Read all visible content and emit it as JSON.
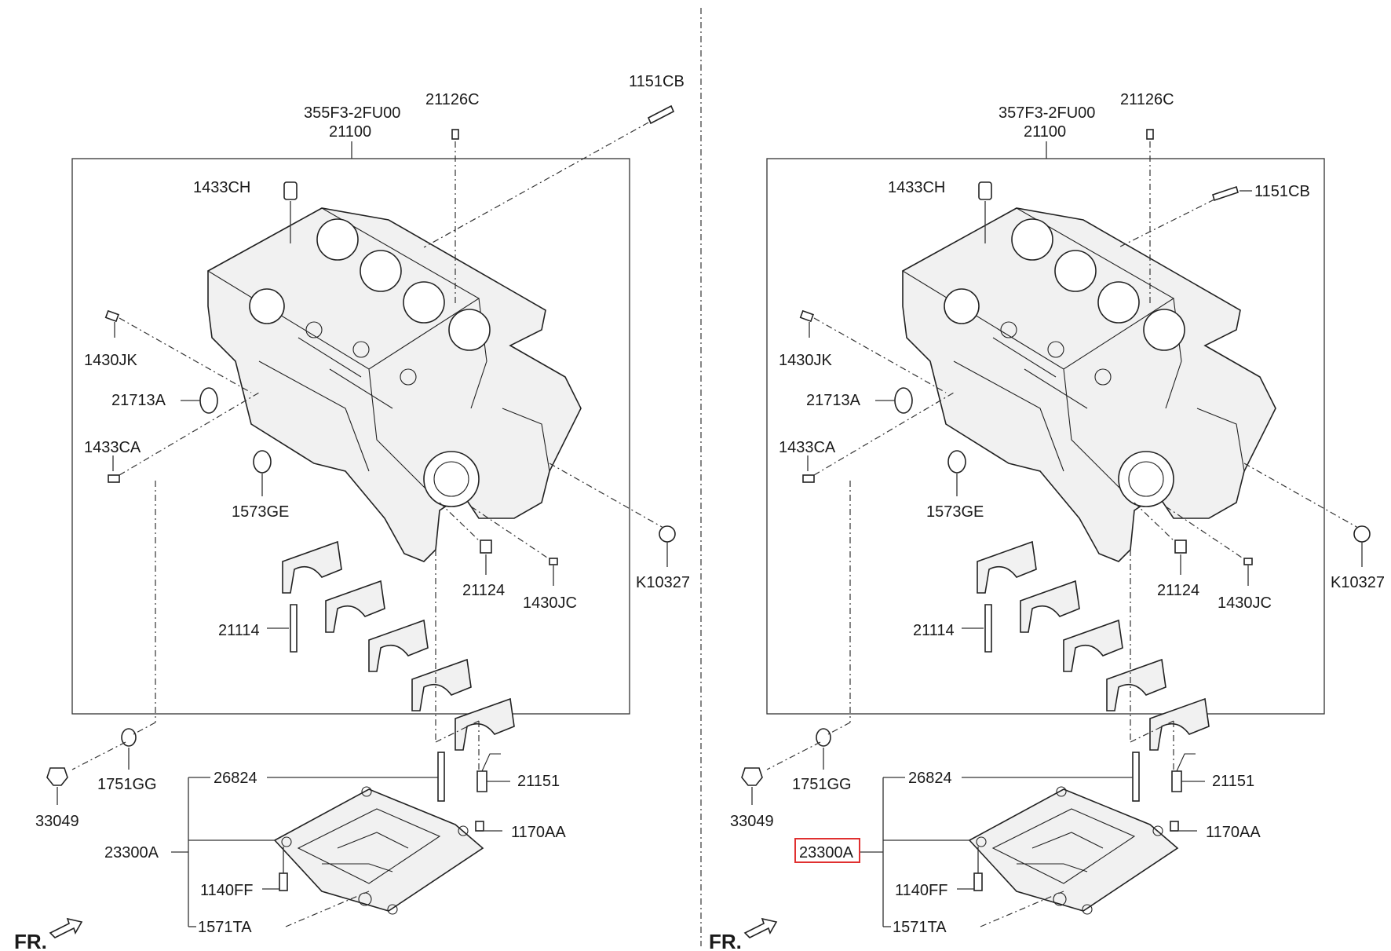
{
  "panels": [
    {
      "id": "left",
      "labels": {
        "part_no": "355F3-2FU00",
        "block": "21100",
        "dowel_top": "21126C",
        "stud": "1151CB",
        "plug_top": "1433CH",
        "pin_side": "1430JK",
        "seal": "21713A",
        "plug_side": "1433CA",
        "cap_plug": "1573GE",
        "plug_right": "K10327",
        "dowel_front": "21124",
        "pin_front": "1430JC",
        "bolt": "21114",
        "gasket": "1751GG",
        "drain_plug": "33049",
        "tube": "26824",
        "sensor": "21151",
        "sensor_bolt": "1170AA",
        "ladder": "23300A",
        "ladder_bolt": "1140FF",
        "ladder_pin": "1571TA",
        "fr": "FR."
      }
    },
    {
      "id": "right",
      "labels": {
        "part_no": "357F3-2FU00",
        "block": "21100",
        "dowel_top": "21126C",
        "stud": "1151CB",
        "plug_top": "1433CH",
        "pin_side": "1430JK",
        "seal": "21713A",
        "plug_side": "1433CA",
        "cap_plug": "1573GE",
        "plug_right": "K10327",
        "dowel_front": "21124",
        "pin_front": "1430JC",
        "bolt": "21114",
        "gasket": "1751GG",
        "drain_plug": "33049",
        "tube": "26824",
        "sensor": "21151",
        "sensor_bolt": "1170AA",
        "ladder": "23300A",
        "ladder_bolt": "1140FF",
        "ladder_pin": "1571TA",
        "fr": "FR."
      }
    }
  ],
  "highlight": {
    "panel": "right",
    "label": "ladder",
    "color": "#e03030"
  },
  "colors": {
    "line": "#333333",
    "highlight": "#e03030"
  }
}
